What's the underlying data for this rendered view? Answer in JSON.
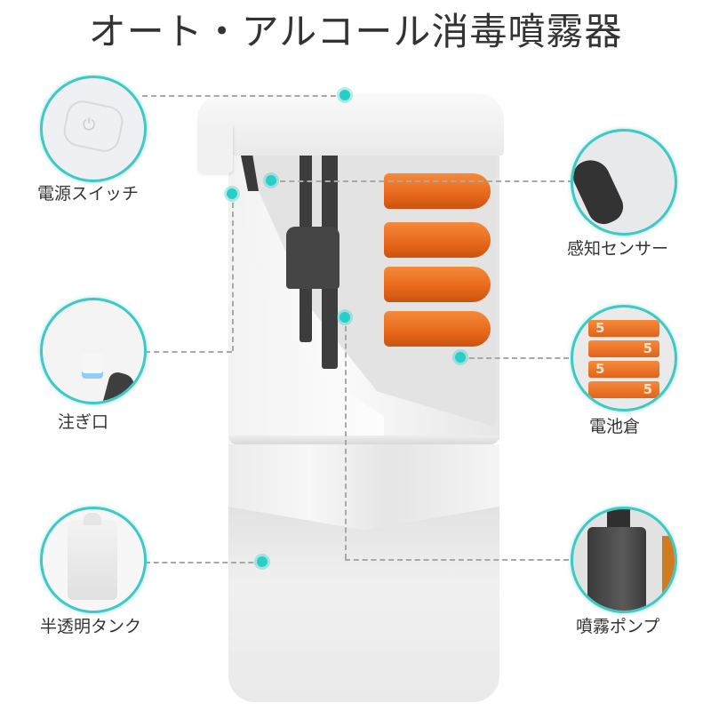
{
  "title": "オート・アルコール消毒噴霧器",
  "accent_color": "#3ec9c4",
  "dot_color": "#28cfc8",
  "battery_color": "#e8671a",
  "callouts": {
    "power_switch": {
      "label": "電源スイッチ",
      "icon": "power-icon"
    },
    "spout": {
      "label": "注ぎ口",
      "icon": "nozzle-icon"
    },
    "tank": {
      "label": "半透明タンク",
      "icon": "tank-icon"
    },
    "sensor": {
      "label": "感知センサー",
      "icon": "sensor-icon"
    },
    "battery_box": {
      "label": "電池倉",
      "battery_mark": "5",
      "battery_count": 4
    },
    "pump": {
      "label": "噴霧ポンプ",
      "icon": "pump-icon"
    }
  },
  "power_glyph": "⏻"
}
